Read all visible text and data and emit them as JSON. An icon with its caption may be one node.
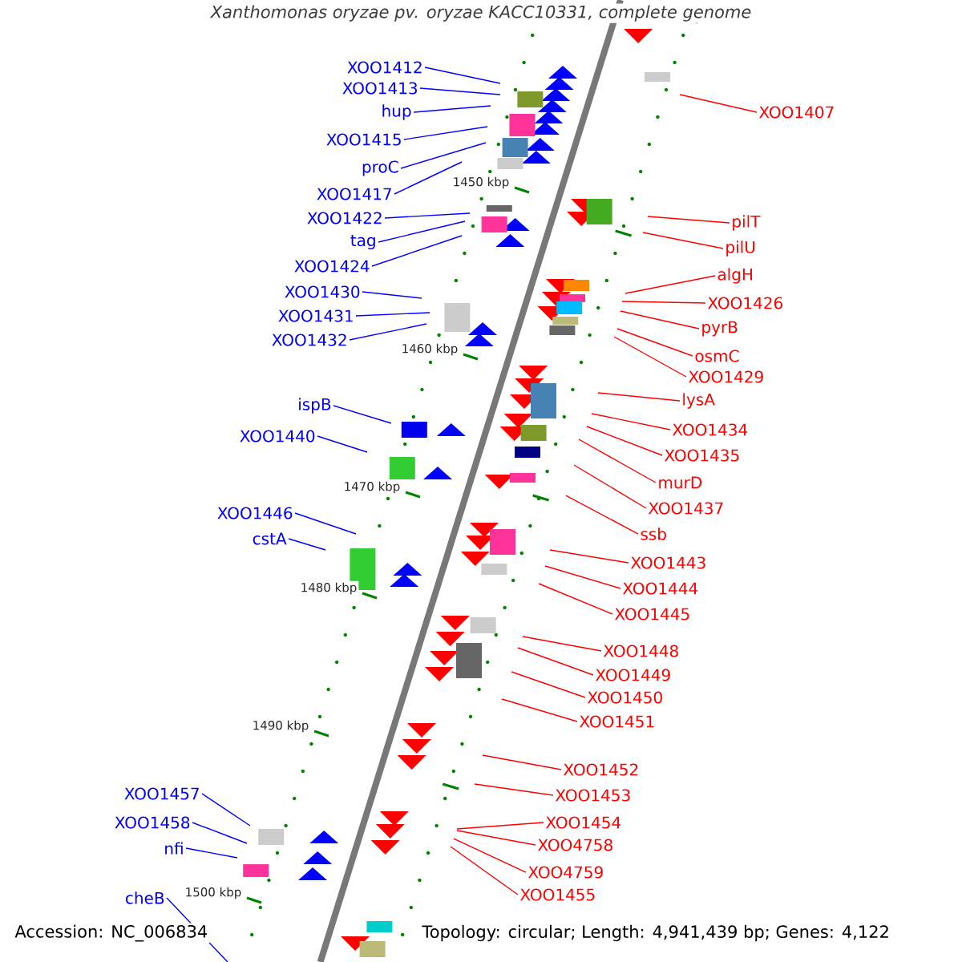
{
  "diagram": {
    "title": "Xanthomonas oryzae pv. oryzae KACC10331, complete genome",
    "nodes": [
      {
        "text": [
          "XOO1412"
        ]
      },
      {
        "text": [
          "XOO1413"
        ]
      },
      {
        "text": [
          "hup"
        ]
      },
      {
        "text": [
          "XOO1415"
        ]
      },
      {
        "text": [
          "proC"
        ]
      },
      {
        "text": [
          "XOO1417"
        ]
      },
      {
        "text": [
          "XOO1422"
        ]
      },
      {
        "text": [
          "tag"
        ]
      },
      {
        "text": [
          "XOO1424"
        ]
      },
      {
        "text": [
          "XOO1430"
        ]
      },
      {
        "text": [
          "XOO1431"
        ]
      },
      {
        "text": [
          "XOO1432"
        ]
      },
      {
        "text": [
          "ispB"
        ]
      },
      {
        "text": [
          "XOO1440"
        ]
      },
      {
        "text": [
          "XOO1446"
        ]
      },
      {
        "text": [
          "cstA"
        ]
      },
      {
        "text": [
          "XOO1457"
        ]
      },
      {
        "text": [
          "XOO1458"
        ]
      },
      {
        "text": [
          "nfi"
        ]
      },
      {
        "text": [
          "cheB"
        ]
      },
      {
        "text": [
          "XOO1407"
        ]
      },
      {
        "text": [
          "pilT"
        ]
      },
      {
        "text": [
          "pilU"
        ]
      },
      {
        "text": [
          "algH"
        ]
      },
      {
        "text": [
          "XOO1426"
        ]
      },
      {
        "text": [
          "pyrB"
        ]
      },
      {
        "text": [
          "osmC"
        ]
      },
      {
        "text": [
          "XOO1429"
        ]
      },
      {
        "text": [
          "lysA"
        ]
      },
      {
        "text": [
          "XOO1434"
        ]
      },
      {
        "text": [
          "XOO1435"
        ]
      },
      {
        "text": [
          "murD"
        ]
      },
      {
        "text": [
          "XOO1437"
        ]
      },
      {
        "text": [
          "ssb"
        ]
      },
      {
        "text": [
          "XOO1443"
        ]
      },
      {
        "text": [
          "XOO1444"
        ]
      },
      {
        "text": [
          "XOO1445"
        ]
      },
      {
        "text": [
          "XOO1448"
        ]
      },
      {
        "text": [
          "XOO1449"
        ]
      },
      {
        "text": [
          "XOO1450"
        ]
      },
      {
        "text": [
          "XOO1451"
        ]
      },
      {
        "text": [
          "XOO1452"
        ]
      },
      {
        "text": [
          "XOO1453"
        ]
      },
      {
        "text": [
          "XOO1454"
        ]
      },
      {
        "text": [
          "XOO4758"
        ]
      },
      {
        "text": [
          "XOO4759"
        ]
      },
      {
        "text": [
          "XOO1455"
        ]
      }
    ],
    "edges": [
      {
        "from": 0,
        "to": null,
        "arrow": "none",
        "color": "#0000ff"
      },
      {
        "from": 1,
        "to": null,
        "arrow": "none",
        "color": "#0000ff"
      },
      {
        "from": 2,
        "to": null,
        "arrow": "none",
        "color": "#0000ff"
      },
      {
        "from": 3,
        "to": null,
        "arrow": "none",
        "color": "#0000ff"
      },
      {
        "from": 4,
        "to": null,
        "arrow": "none",
        "color": "#0000ff"
      },
      {
        "from": 5,
        "to": null,
        "arrow": "none",
        "color": "#0000ff"
      },
      {
        "from": 6,
        "to": null,
        "arrow": "none",
        "color": "#0000ff"
      },
      {
        "from": 7,
        "to": null,
        "arrow": "none",
        "color": "#0000ff"
      },
      {
        "from": 8,
        "to": null,
        "arrow": "none",
        "color": "#0000ff"
      },
      {
        "from": 9,
        "to": null,
        "arrow": "none",
        "color": "#0000ff"
      },
      {
        "from": 10,
        "to": null,
        "arrow": "none",
        "color": "#0000ff"
      },
      {
        "from": 11,
        "to": null,
        "arrow": "none",
        "color": "#0000ff"
      },
      {
        "from": 12,
        "to": null,
        "arrow": "none",
        "color": "#0000ff"
      },
      {
        "from": 13,
        "to": null,
        "arrow": "none",
        "color": "#0000ff"
      },
      {
        "from": 14,
        "to": null,
        "arrow": "none",
        "color": "#0000ff"
      },
      {
        "from": 15,
        "to": null,
        "arrow": "none",
        "color": "#0000ff"
      },
      {
        "from": 16,
        "to": null,
        "arrow": "none",
        "color": "#0000ff"
      },
      {
        "from": 17,
        "to": null,
        "arrow": "none",
        "color": "#0000ff"
      },
      {
        "from": 18,
        "to": null,
        "arrow": "none",
        "color": "#0000ff"
      },
      {
        "from": 19,
        "to": null,
        "arrow": "none",
        "color": "#0000ff"
      },
      {
        "from": 20,
        "to": null,
        "arrow": "none"
      },
      {
        "from": 21,
        "to": null,
        "arrow": "none"
      },
      {
        "from": 22,
        "to": null,
        "arrow": "none"
      },
      {
        "from": 23,
        "to": null,
        "arrow": "none"
      },
      {
        "from": 24,
        "to": null,
        "arrow": "none"
      },
      {
        "from": 25,
        "to": null,
        "arrow": "none"
      },
      {
        "from": 26,
        "to": null,
        "arrow": "none"
      },
      {
        "from": 27,
        "to": null,
        "arrow": "none"
      },
      {
        "from": 28,
        "to": null,
        "arrow": "none"
      },
      {
        "from": 29,
        "to": null,
        "arrow": "none"
      },
      {
        "from": 30,
        "to": null,
        "arrow": "none"
      },
      {
        "from": 31,
        "to": null,
        "arrow": "none"
      },
      {
        "from": 32,
        "to": null,
        "arrow": "none"
      },
      {
        "from": 33,
        "to": null,
        "arrow": "none"
      },
      {
        "from": 34,
        "to": null,
        "arrow": "none"
      },
      {
        "from": 35,
        "to": null,
        "arrow": "none"
      },
      {
        "from": 36,
        "to": null,
        "arrow": "none"
      },
      {
        "from": 37,
        "to": null,
        "arrow": "none"
      },
      {
        "from": 38,
        "to": null,
        "arrow": "none"
      },
      {
        "from": 39,
        "to": null,
        "arrow": "none"
      },
      {
        "from": 40,
        "to": null,
        "arrow": "none"
      },
      {
        "from": 41,
        "to": null,
        "arrow": "none"
      },
      {
        "from": 42,
        "to": null,
        "arrow": "none"
      },
      {
        "from": 43,
        "to": null,
        "arrow": "none"
      },
      {
        "from": 44,
        "to": null,
        "arrow": "none"
      },
      {
        "from": 45,
        "to": null,
        "arrow": "none"
      },
      {
        "from": 46,
        "to": null,
        "arrow": "none"
      }
    ],
    "labels": [
      "1450 kbp",
      "1460 kbp",
      "1470 kbp",
      "1480 kbp",
      "1490 kbp",
      "1500 kbp",
      "Accession: NC_006834",
      "Topology: circular; Length: 4,941,439 bp; Genes: 4,122"
    ]
  }
}
